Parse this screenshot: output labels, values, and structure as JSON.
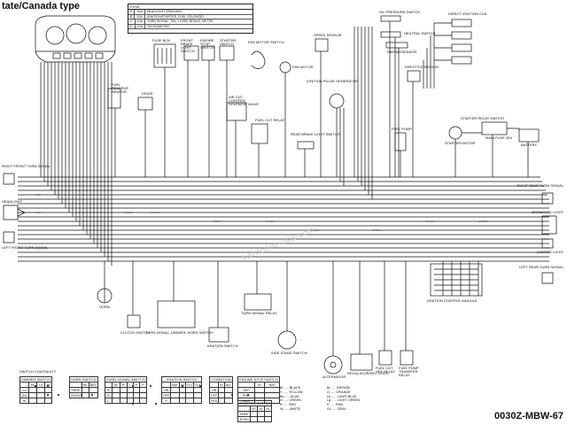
{
  "title": "tate/Canada type",
  "part_code": "0030Z-MBW-67",
  "watermark": "hardcore-usa.com",
  "fuse_table": {
    "header": "FUSE",
    "rows": [
      {
        "ref": "A",
        "amp": "10A",
        "desc": "HEADLIGHT (PASSING)"
      },
      {
        "ref": "B",
        "amp": "10A",
        "desc": "IGNITION/STARTER, FUEL SOLENOID"
      },
      {
        "ref": "C",
        "amp": "10A",
        "desc": "TURN SIGNAL, TAIL, HORN, BRAKE, METER"
      },
      {
        "ref": "D",
        "amp": "10A",
        "desc": "TACHOMETER"
      }
    ]
  },
  "labels": {
    "fuse_box": "FUSE BOX",
    "front_brake_light_switch": "FRONT BRAKE LIGHT SWITCH",
    "engine_stop_switch": "ENGINE STOP SWITCH",
    "starter_switch": "STARTER SWITCH",
    "fan_motor_switch": "FAN MOTOR SWITCH",
    "fan_motor": "FAN MOTOR",
    "speed_sensor": "SPEED SENSOR",
    "oil_pressure_switch": "OIL PRESSURE SWITCH",
    "neutral_switch": "NEUTRAL SWITCH",
    "thermosensor": "THERMOSENSOR",
    "direct_ignition_coil": "DIRECT IGNITION COIL",
    "throttle_sensor": "THROTTLE SENSOR",
    "ignition_pulse_generator": "IGNITION PULSE GENERATOR",
    "fuel_reserve_sensor": "FUEL RESERVE SENSOR",
    "diode": "DIODE",
    "air_cut_control_solenoid_valve": "AIR CUT CONTROL SOLENOID VALVE",
    "fuel_cut_relay": "FUEL CUT RELAY",
    "rear_brake_light_switch": "REAR BRAKE LIGHT SWITCH",
    "fuel_pump": "FUEL PUMP",
    "starter_relay_switch": "STARTER RELAY SWITCH",
    "main_fuse": "MAIN FUSE 30A",
    "battery": "BATTERY",
    "starter_motor": "STARTER MOTOR",
    "right_rear_turn_signal": "RIGHT REAR TURN SIGNAL",
    "brake_tail_light": "BRAKE/TAIL LIGHT",
    "license_light": "LICENSE LIGHT",
    "left_rear_turn_signal": "LEFT REAR TURN SIGNAL",
    "right_front_turn_signal": "RIGHT FRONT TURN SIGNAL",
    "headlight": "HEADLIGHT",
    "left_front_turn_signal": "LEFT FRONT TURN SIGNAL",
    "horn": "HORN",
    "clutch_switch": "CLUTCH SWITCH",
    "turn_signal_dimmer_horn_switch": "TURN SIGNAL, DIMMER, HORN SWITCH",
    "ignition_switch": "IGNITION SWITCH",
    "turn_signal_relay": "TURN SIGNAL RELAY",
    "side_stand_switch": "SIDE STAND SWITCH",
    "alternator": "ALTERNATOR",
    "regulator_rectifier": "REGULATOR/RECTIFIER",
    "fuel_cut_off_relay": "FUEL CUT OFF RELAY",
    "fuel_pump_transfer_relay": "FUEL PUMP TRANSFER RELAY",
    "ignition_control_module": "IGNITION CONTROL MODULE",
    "switch_continuity": "SWITCH CONTINUITY"
  },
  "switch_tables": [
    {
      "caption": "DIMMER SWITCH",
      "cols": [
        "",
        "HL",
        "Lo",
        "Hi"
      ],
      "rows": [
        [
          "Lo",
          "",
          "",
          ""
        ],
        [
          "(N)",
          "",
          "",
          ""
        ],
        [
          "Hi",
          "",
          "",
          ""
        ]
      ]
    },
    {
      "caption": "HORN SWITCH",
      "cols": [
        "",
        "Ho",
        "BAT"
      ],
      "rows": [
        [
          "FREE",
          "",
          ""
        ],
        [
          "PUSH",
          "",
          ""
        ]
      ]
    },
    {
      "caption": "TURN SIGNAL SWITCH",
      "cols": [
        "",
        "W",
        "R",
        "L",
        "P",
        "P"
      ],
      "rows": [
        [
          "R",
          "",
          "",
          "",
          "",
          ""
        ],
        [
          "N",
          "",
          "",
          "",
          "",
          ""
        ],
        [
          "L",
          "",
          "",
          "",
          "",
          ""
        ]
      ]
    },
    {
      "caption": "IGNITION SWITCH",
      "cols": [
        "",
        "BAT",
        "IG",
        "TL1",
        "TL2"
      ],
      "rows": [
        [
          "ON",
          "",
          "",
          "",
          ""
        ],
        [
          "OFF",
          "",
          "",
          "",
          ""
        ],
        [
          "P",
          "",
          "",
          "",
          ""
        ]
      ]
    },
    {
      "caption": "CONDITION",
      "cols": [
        "",
        "IG",
        "ALL"
      ],
      "rows": [
        [
          "ON",
          "",
          ""
        ],
        [
          "OFF",
          "",
          ""
        ],
        [
          "YES",
          "",
          ""
        ]
      ]
    },
    {
      "caption": "ENGINE STOP SWITCH",
      "cols": [
        "",
        "IG",
        "BAT"
      ],
      "rows": [
        [
          "OFF",
          "",
          ""
        ],
        [
          "RUN",
          "",
          ""
        ],
        [
          "OUT",
          "",
          ""
        ]
      ]
    },
    {
      "caption": "STARTER SWITCH",
      "cols": [
        "",
        "ST",
        "IG",
        "HL"
      ],
      "rows": [
        [
          "FREE",
          "",
          "",
          ""
        ],
        [
          "PUSH",
          "",
          "",
          ""
        ]
      ]
    }
  ],
  "color_codes": [
    "Bl ..... BLACK",
    "Y ..... YELLOW",
    "Bu ..... BLUE",
    "G ..... GREEN",
    "R ..... RED",
    "W ..... WHITE",
    "Br ..... BROWN",
    "O ..... ORANGE",
    "Lb ..... LIGHT BLUE",
    "Lg ..... LIGHT GREEN",
    "P ..... PINK",
    "Gr ..... GRAY"
  ]
}
